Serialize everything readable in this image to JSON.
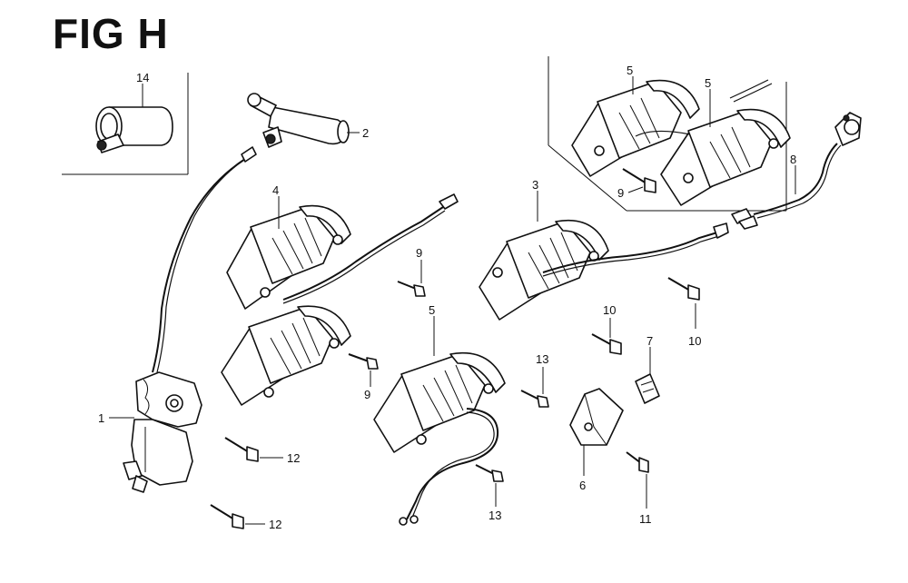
{
  "title": "FIG H",
  "callouts": {
    "c14": "14",
    "c2": "2",
    "c4": "4",
    "c9a": "9",
    "c9b": "9",
    "c9c": "9",
    "c5a": "5",
    "c5b": "5",
    "c5c": "5",
    "c8": "8",
    "c3": "3",
    "c10a": "10",
    "c10b": "10",
    "c7": "7",
    "c13a": "13",
    "c13b": "13",
    "c1": "1",
    "c12a": "12",
    "c12b": "12",
    "c6": "6",
    "c11": "11"
  }
}
